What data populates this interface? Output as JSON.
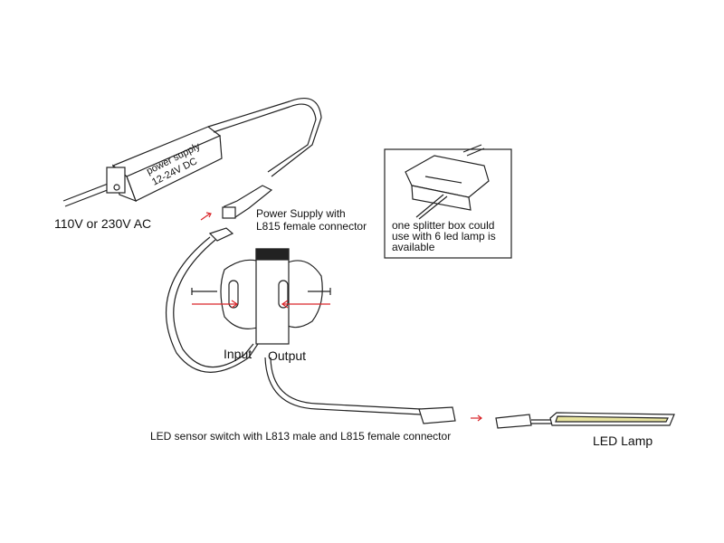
{
  "labels": {
    "ac_input": "110V or 230V AC",
    "power_supply_line1": "power supply",
    "power_supply_line2": "12-24V DC",
    "ps_connector_line1": "Power Supply with",
    "ps_connector_line2": "L815 female connector",
    "splitter_line1": "one splitter box could",
    "splitter_line2": "use with 6 led lamp is",
    "splitter_line3": "available",
    "input": "Input",
    "output": "Output",
    "sensor_switch": "LED sensor switch with L813 male and L815 female connector",
    "led_lamp": "LED Lamp"
  },
  "colors": {
    "arrow": "#d9262a",
    "line": "#222222",
    "lamp_strip": "#e8e4a0"
  }
}
